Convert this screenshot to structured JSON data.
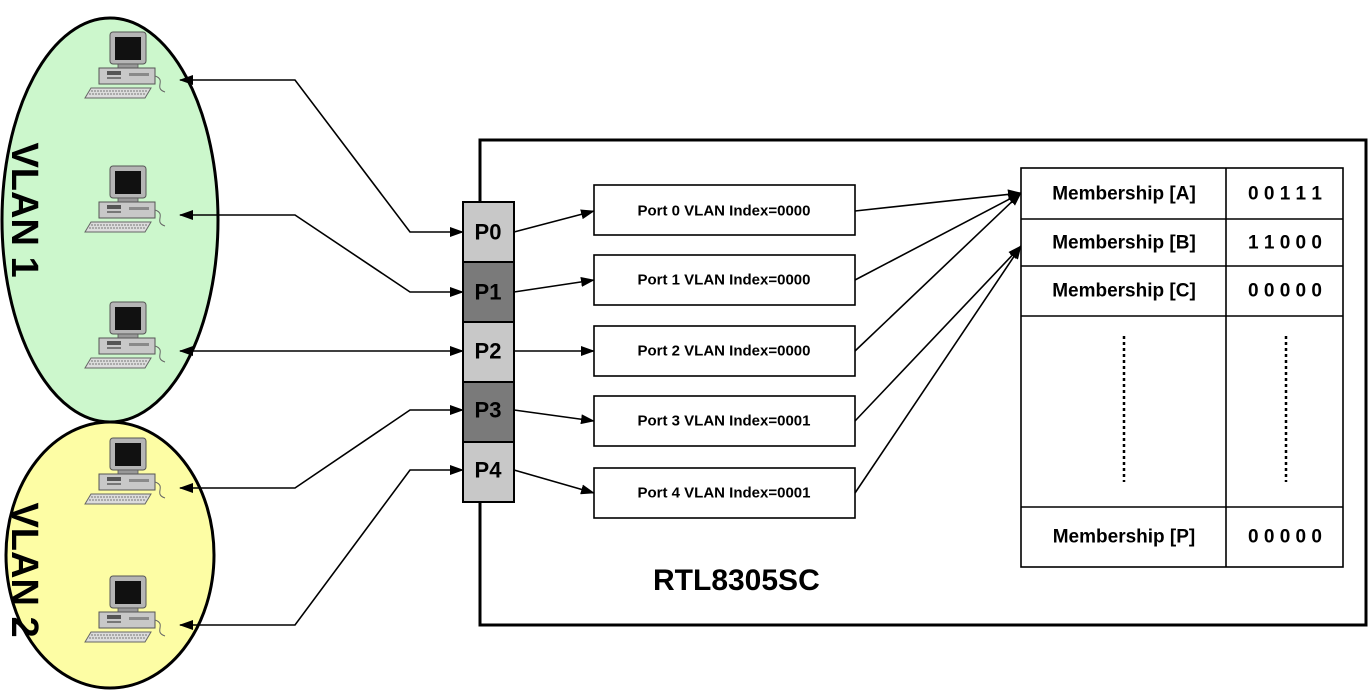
{
  "vlans": [
    {
      "label": "VLAN 1",
      "fill": "#ccf7cc"
    },
    {
      "label": "VLAN 2",
      "fill": "#fdfda4"
    }
  ],
  "chip": {
    "label": "RTL8305SC"
  },
  "ports": [
    {
      "label": "P0",
      "fill": "#c8c8c8",
      "index_text": "Port 0 VLAN Index=0000"
    },
    {
      "label": "P1",
      "fill": "#7a7a7a",
      "index_text": "Port 1 VLAN Index=0000"
    },
    {
      "label": "P2",
      "fill": "#c8c8c8",
      "index_text": "Port 2 VLAN Index=0000"
    },
    {
      "label": "P3",
      "fill": "#7a7a7a",
      "index_text": "Port 3 VLAN Index=0001"
    },
    {
      "label": "P4",
      "fill": "#c8c8c8",
      "index_text": "Port 4 VLAN Index=0001"
    }
  ],
  "membership": [
    {
      "label": "Membership [A]",
      "value": "0 0 1 1 1"
    },
    {
      "label": "Membership [B]",
      "value": "1 1 0 0 0"
    },
    {
      "label": "Membership [C]",
      "value": "0 0 0 0 0"
    },
    {
      "label": "Membership [P]",
      "value": "0 0 0 0 0"
    }
  ],
  "computers": [
    {
      "icon": "computer-icon",
      "vlan": "VLAN 1"
    },
    {
      "icon": "computer-icon",
      "vlan": "VLAN 1"
    },
    {
      "icon": "computer-icon",
      "vlan": "VLAN 1"
    },
    {
      "icon": "computer-icon",
      "vlan": "VLAN 2"
    },
    {
      "icon": "computer-icon",
      "vlan": "VLAN 2"
    }
  ]
}
